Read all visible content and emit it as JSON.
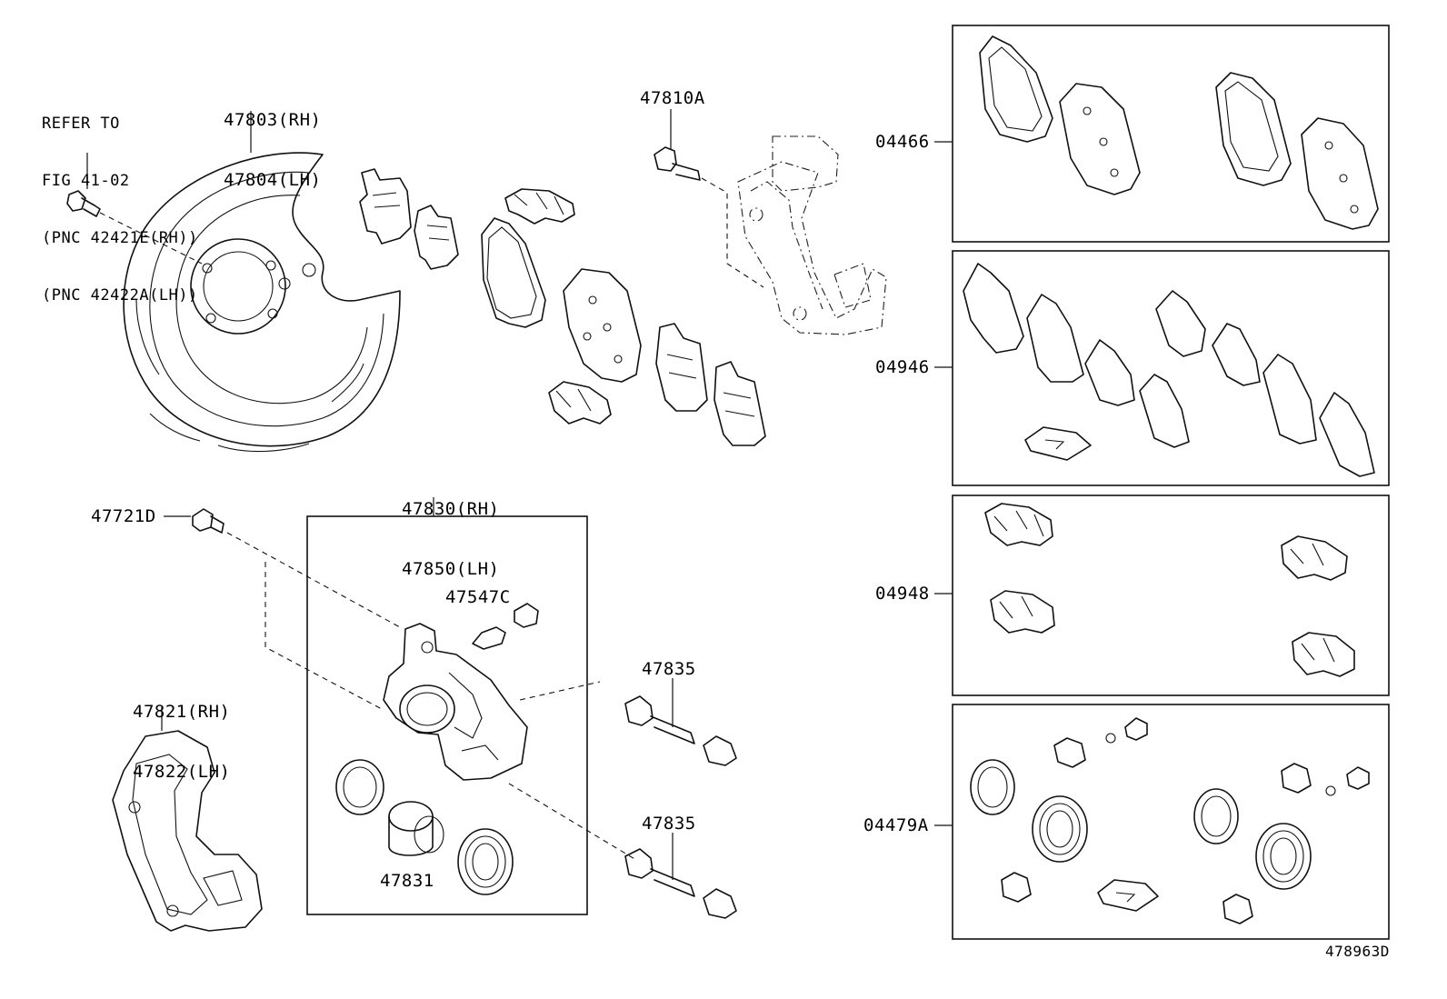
{
  "labels": {
    "refer_note": [
      "REFER TO",
      "FIG 41-02",
      "(PNC 42421E(RH))",
      "(PNC 42422A(LH))"
    ],
    "backing_plate": [
      "47803(RH)",
      "47804(LH)"
    ],
    "guide_pin_bolt": "47810A",
    "bleeder_plug": "47721D",
    "caliper_assy": [
      "47830(RH)",
      "47850(LH)"
    ],
    "bleeder_plug_cap": "47547C",
    "mounting_bracket": [
      "47821(RH)",
      "47822(LH)"
    ],
    "slide_pin_1": "47835",
    "slide_pin_2": "47835",
    "piston": "47831",
    "kit_pad_set": "04466",
    "kit_shim_set": "04946",
    "kit_fitting_set": "04948",
    "kit_cylinder_kit": "04479A",
    "figure_id": "478963D"
  }
}
